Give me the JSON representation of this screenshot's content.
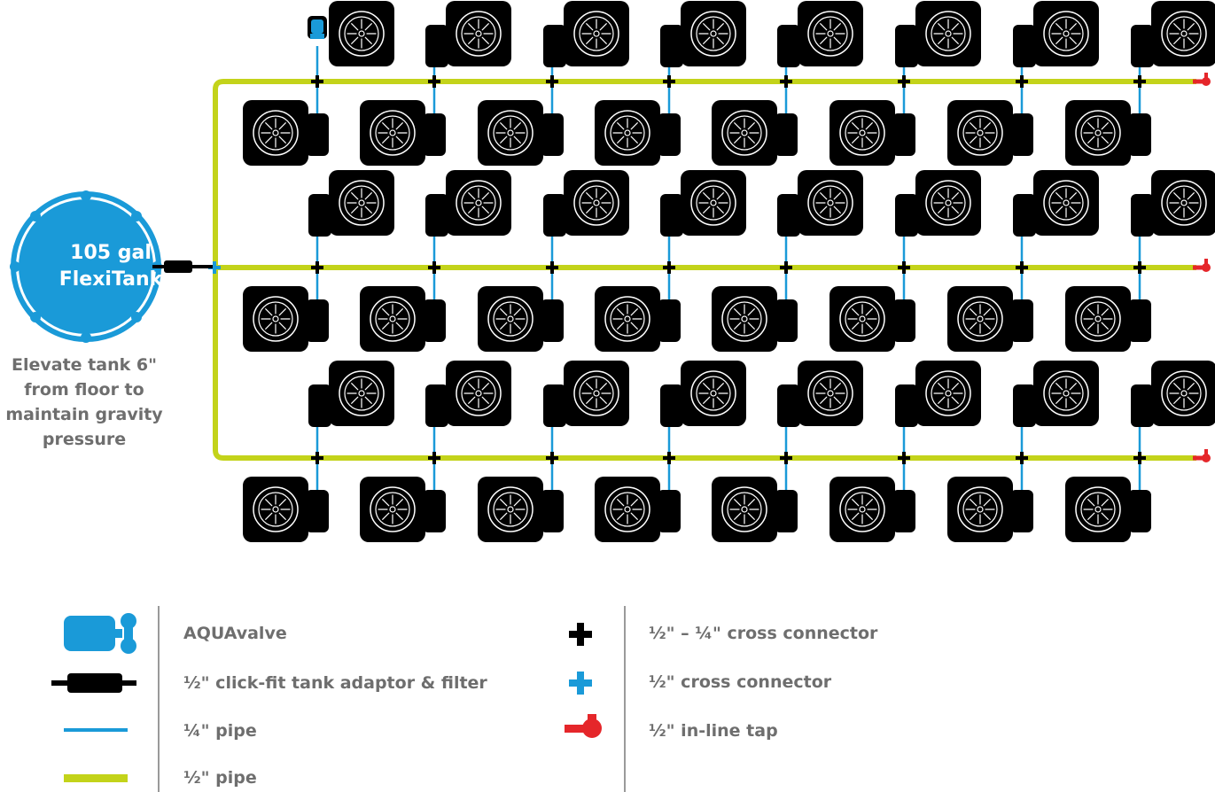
{
  "tank": {
    "label_line1": "105 gal",
    "label_line2": "FlexiTank",
    "note_lines": [
      "Elevate tank 6\"",
      "from floor to",
      "maintain gravity",
      "pressure"
    ]
  },
  "layout": {
    "main_lines": 3,
    "units_per_side": 8,
    "row_pots": [
      8,
      8,
      8,
      8,
      8,
      8
    ]
  },
  "legend": {
    "aquavalve": "AQUAvalve",
    "tank_adaptor": "½\" click-fit tank adaptor & filter",
    "quarter_pipe": "¼\" pipe",
    "half_pipe": "½\" pipe",
    "cross_connector_half_quarter": "½\" – ¼\" cross connector",
    "cross_connector_half": "½\" cross connector",
    "inline_tap": "½\" in-line tap"
  },
  "colors": {
    "half_pipe": "#c3d31a",
    "quarter_pipe": "#1a9ad8",
    "tank": "#1a9ad8",
    "tap": "#e5262a",
    "pot": "#000000",
    "text": "#6e6e6e"
  }
}
